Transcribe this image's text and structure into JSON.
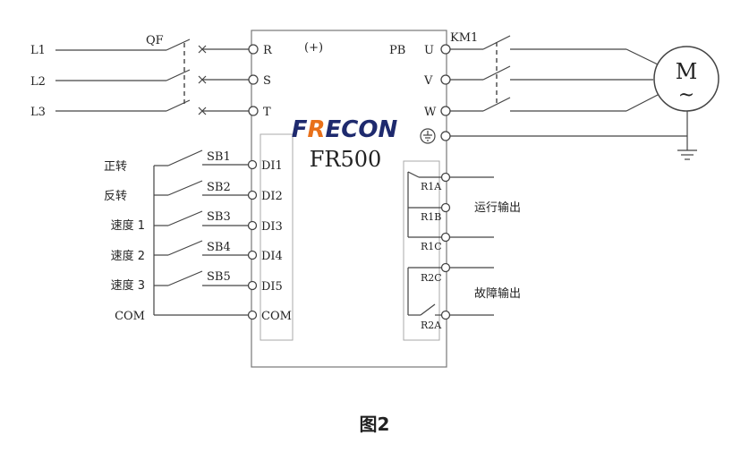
{
  "supply_lines": [
    "L1",
    "L2",
    "L3"
  ],
  "breaker_label": "QF",
  "input_terminals": [
    "R",
    "S",
    "T"
  ],
  "plus_label": "(+)",
  "pb_label": "PB",
  "output_terminals": [
    "U",
    "V",
    "W"
  ],
  "contactor_label": "KM1",
  "motor": {
    "letter": "M",
    "symbol": "~"
  },
  "brand": {
    "name": "FRECON",
    "model": "FR500",
    "colors": {
      "dark": "#1e2a6e",
      "accent": "#e8701a"
    }
  },
  "switches": [
    {
      "function": "正转",
      "button": "SB1",
      "terminal": "DI1"
    },
    {
      "function": "反转",
      "button": "SB2",
      "terminal": "DI2"
    },
    {
      "function": "速度 1",
      "button": "SB3",
      "terminal": "DI3"
    },
    {
      "function": "速度 2",
      "button": "SB4",
      "terminal": "DI4"
    },
    {
      "function": "速度 3",
      "button": "SB5",
      "terminal": "DI5"
    }
  ],
  "com_outer": "COM",
  "com_terminal": "COM",
  "relay1": {
    "terminals": [
      "R1A",
      "R1B",
      "R1C"
    ],
    "label": "运行输出"
  },
  "relay2": {
    "terminals": [
      "R2C",
      "R2A"
    ],
    "label": "故障输出"
  },
  "ground_icon": "ground-icon",
  "caption": "图2"
}
